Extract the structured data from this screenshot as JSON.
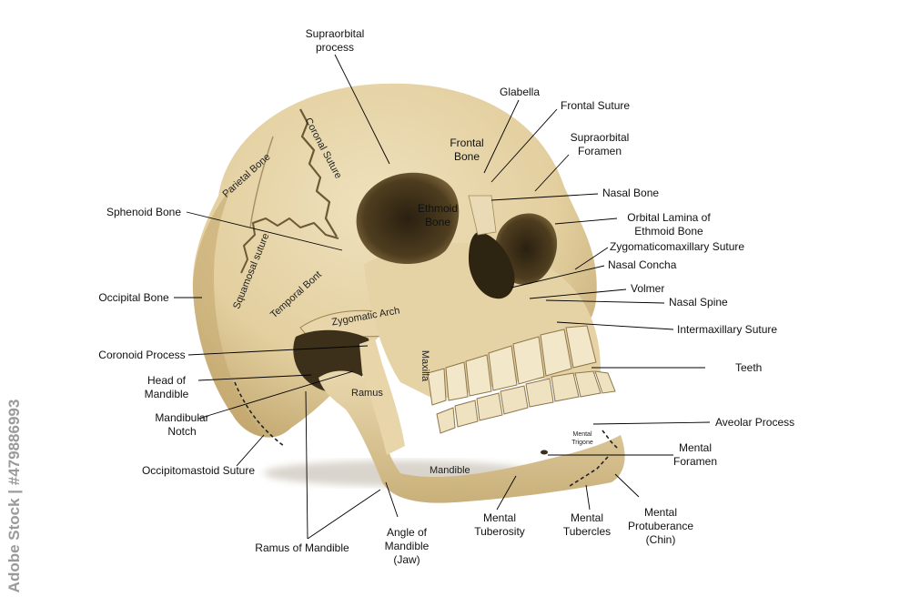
{
  "labels": {
    "supraorbital_process": "Supraorbital\nprocess",
    "glabella": "Glabella",
    "frontal_suture": "Frontal Suture",
    "frontal_bone": "Frontal\nBone",
    "supraorbital_foramen": "Supraorbital\nForamen",
    "nasal_bone": "Nasal Bone",
    "ethmoid_bone": "Ethmoid\nBone",
    "orbital_lamina": "Orbital Lamina of\nEthmoid Bone",
    "zygomaticomaxillary_suture": "Zygomaticomaxillary Suture",
    "nasal_concha": "Nasal Concha",
    "vomer": "Volmer",
    "nasal_spine": "Nasal Spine",
    "intermaxillary_suture": "Intermaxillary Suture",
    "teeth": "Teeth",
    "aveolar_process": "Aveolar Process",
    "mental_foramen": "Mental\nForamen",
    "mental_protuberance": "Mental\nProtuberance\n(Chin)",
    "mental_tubercles": "Mental\nTubercles",
    "mental_tuberosity": "Mental\nTuberosity",
    "angle_of_mandible": "Angle of\nMandible\n(Jaw)",
    "ramus_of_mandible": "Ramus of Mandible",
    "occipitomastoid_suture": "Occipitomastoid Suture",
    "mandibular_notch": "Mandibular\nNotch",
    "head_of_mandible": "Head of\nMandible",
    "coronoid_process": "Coronoid Process",
    "occipital_bone": "Occipital Bone",
    "sphenoid_bone": "Sphenoid Bone",
    "parietal_bone": "Parietal Bone",
    "coronal_suture": "Coronal Suture",
    "squamosal_suture": "Squamosal suture",
    "temporal_bone": "Temporal Bont",
    "zygomatic_arch": "Zygomatic Arch",
    "maxilla": "Maxilla",
    "ramus": "Ramus",
    "mandible": "Mandible",
    "mental_trigone": "Mental\nTrigone"
  },
  "watermark": "Adobe Stock | #479886993",
  "colors": {
    "bone": "#e6d4a8",
    "bone_shadow": "#b89d63",
    "dark": "#4a3a1c",
    "leader": "#000000"
  }
}
